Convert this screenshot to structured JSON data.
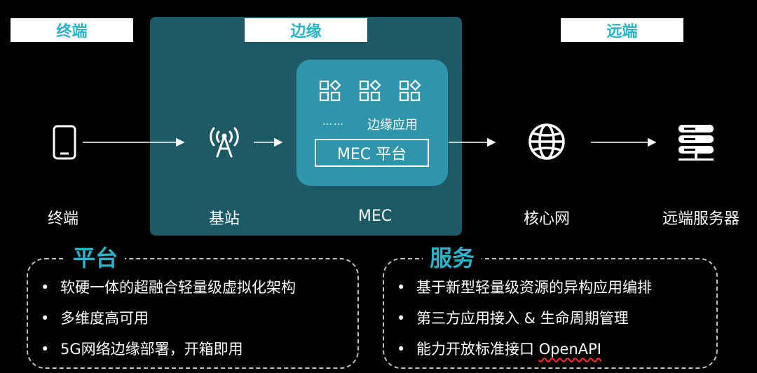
{
  "headers": {
    "terminal": "终端",
    "edge": "边缘",
    "remote": "远端"
  },
  "mec_box": {
    "ellipsis": "……",
    "edge_apps": "边缘应用",
    "platform": "MEC 平台"
  },
  "nodes": {
    "terminal": "终端",
    "base_station": "基站",
    "mec": "MEC",
    "core_network": "核心网",
    "remote_server": "远端服务器"
  },
  "platform_section": {
    "title": "平台",
    "bullet_char": "•",
    "items": [
      "软硬一体的超融合轻量级虚拟化架构",
      "多维度高可用",
      "5G网络边缘部署，开箱即用"
    ]
  },
  "service_section": {
    "title": "服务",
    "bullet_char": "•",
    "items": [
      "基于新型轻量级资源的异构应用编排",
      "第三方应用接入 & 生命周期管理",
      "能力开放标准接口 "
    ],
    "item3_suffix": "OpenAPI"
  },
  "colors": {
    "accent": "#2ab3c6",
    "edge_panel": "#1e5a66",
    "mec_box": "#2f95aa"
  },
  "icons": [
    "phone-icon",
    "antenna-icon",
    "app-grid-icon",
    "globe-icon",
    "server-icon"
  ]
}
